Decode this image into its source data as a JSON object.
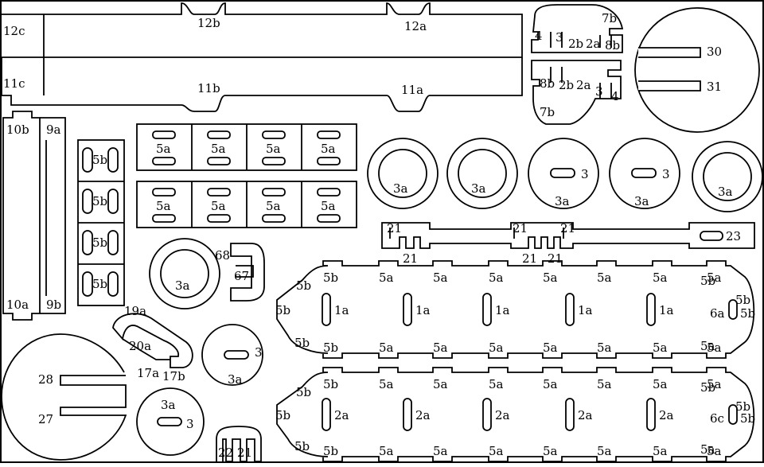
{
  "rail_labels": {
    "l12c": "12c",
    "l12b": "12b",
    "l12a": "12a",
    "l11c": "11c",
    "l11b": "11b",
    "l11a": "11a",
    "l10b": "10b",
    "l10a": "10a",
    "l9a": "9a",
    "l9b": "9b"
  },
  "top_right": {
    "u_4": "4",
    "u_3": "3",
    "u_2b": "2b",
    "u_2a": "2a",
    "u_8b": "8b",
    "u_7b": "7b",
    "l_8b": "8b",
    "l_2b": "2b",
    "l_2a": "2a",
    "l_3": "3",
    "l_4": "4",
    "l_7b": "7b",
    "big_30": "30",
    "big_31": "31"
  },
  "small_parts": {
    "p5b": "5b",
    "p5a": "5a",
    "p3a": "3a",
    "p3": "3",
    "p68": "68",
    "p67": "67",
    "p19a": "19a",
    "p20a": "20a",
    "p17a": "17a",
    "p17b": "17b",
    "p28": "28",
    "p27": "27",
    "p22": "22",
    "p21": "21"
  },
  "strip": {
    "s21": "21",
    "s23": "23"
  },
  "chains": {
    "c5a": "5a",
    "c5b": "5b",
    "c1a": "1a",
    "c2a": "2a",
    "c6a": "6a",
    "c6c": "6c"
  }
}
